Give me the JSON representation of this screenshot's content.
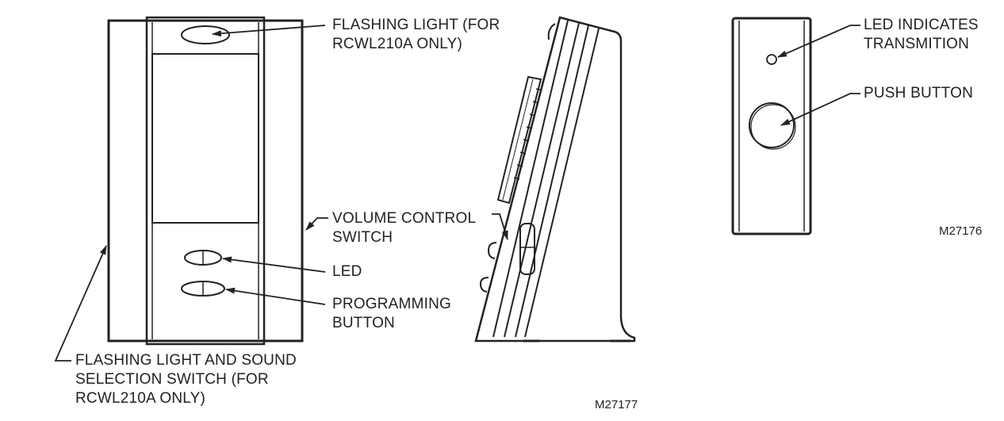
{
  "chime": {
    "flashing_light_label": [
      "FLASHING LIGHT (FOR",
      "RCWL210A ONLY)"
    ],
    "volume_control_label": [
      "VOLUME CONTROL",
      "SWITCH"
    ],
    "led_label": "LED",
    "programming_button_label": [
      "PROGRAMMING",
      "BUTTON"
    ],
    "selection_switch_label": [
      "FLASHING LIGHT AND SOUND",
      "SELECTION SWITCH (FOR",
      "RCWL210A ONLY)"
    ],
    "figure_id": "M27177"
  },
  "push_button_unit": {
    "led_label": [
      "LED INDICATES",
      "TRANSMITION"
    ],
    "push_button_label": "PUSH BUTTON",
    "figure_id": "M27176"
  }
}
